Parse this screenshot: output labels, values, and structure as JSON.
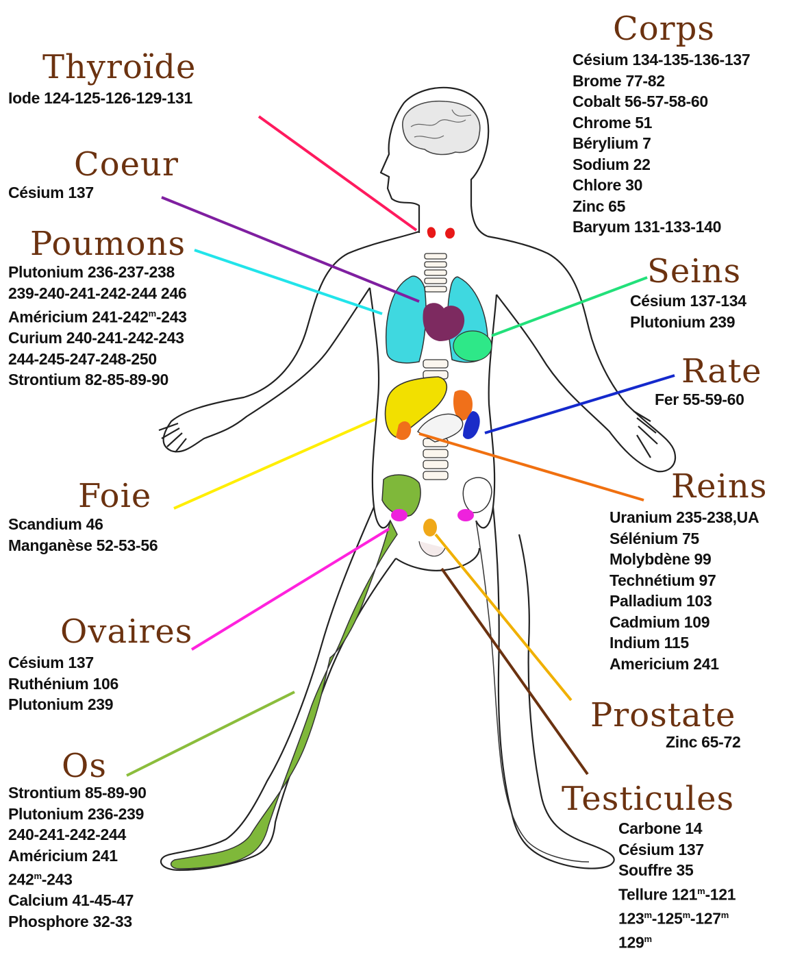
{
  "groups": {
    "thyroide": {
      "title": "Thyroïde",
      "color": "#ff1a5e",
      "items": [
        "Iode 124-125-126-129-131"
      ]
    },
    "coeur": {
      "title": "Coeur",
      "color": "#7f1fa0",
      "items": [
        "Césium 137"
      ]
    },
    "poumons": {
      "title": "Poumons",
      "color": "#22e4ea",
      "items": [
        "Plutonium 236-237-238",
        "239-240-241-242-244 246",
        "Américium 241-242^m-243",
        "Curium 240-241-242-243",
        "244-245-247-248-250",
        "Strontium 82-85-89-90"
      ]
    },
    "foie": {
      "title": "Foie",
      "color": "#ffee00",
      "items": [
        "Scandium 46",
        "Manganèse 52-53-56"
      ]
    },
    "ovaires": {
      "title": "Ovaires",
      "color": "#ff22dd",
      "items": [
        "Césium 137",
        "Ruthénium 106",
        "Plutonium 239"
      ]
    },
    "os": {
      "title": "Os",
      "color": "#8bbd3c",
      "items": [
        "Strontium 85-89-90",
        "Plutonium 236-239",
        "240-241-242-244",
        "Américium 241",
        "242^m-243",
        "Calcium 41-45-47",
        "Phosphore 32-33"
      ]
    },
    "corps": {
      "title": "Corps",
      "color": "#6b3210",
      "items": [
        "Césium 134-135-136-137",
        "Brome 77-82",
        "Cobalt 56-57-58-60",
        "Chrome 51",
        "Bérylium 7",
        "Sodium 22",
        "Chlore 30",
        "Zinc 65",
        "Baryum 131-133-140"
      ]
    },
    "seins": {
      "title": "Seins",
      "color": "#22e07a",
      "items": [
        "Césium 137-134",
        "Plutonium 239"
      ]
    },
    "rate": {
      "title": "Rate",
      "color": "#1429cc",
      "items": [
        "Fer 55-59-60"
      ]
    },
    "reins": {
      "title": "Reins",
      "color": "#f07010",
      "items": [
        "Uranium 235-238,UA",
        "Sélénium 75",
        "Molybdène 99",
        "Technétium 97",
        "Palladium 103",
        "Cadmium 109",
        "Indium 115",
        "Americium 241"
      ]
    },
    "prostate": {
      "title": "Prostate",
      "color": "#f0b000",
      "items": [
        "Zinc 65-72"
      ]
    },
    "testicules": {
      "title": "Testicules",
      "color": "#6b3210",
      "items": [
        "Carbone 14",
        "Césium 137",
        "Souffre 35",
        "Tellure 121^m-121",
        "123^m-125^m-127^m",
        "129^m"
      ]
    }
  },
  "organ_colors": {
    "lungs": "#3fd8e0",
    "heart": "#7d2a60",
    "liver": "#f2e000",
    "kidneys": "#f0701a",
    "spleen": "#1a2cc8",
    "breast": "#2ee888",
    "thyroid": "#e81818",
    "ovaries": "#ee22dd",
    "prostate": "#f0a818",
    "bones": "#7fb83a",
    "brain": "#e8e8e8"
  }
}
